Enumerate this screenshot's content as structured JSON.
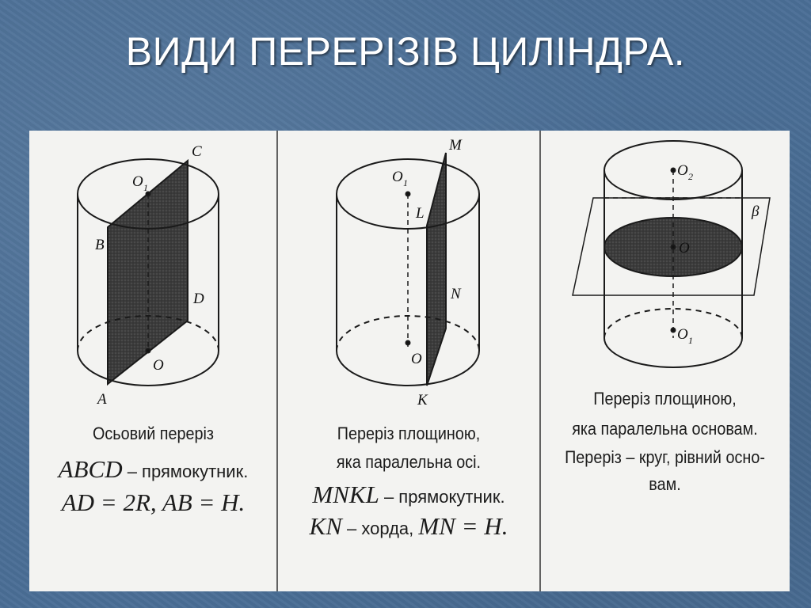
{
  "slide": {
    "title": "ВИДИ ПЕРЕРІЗІВ ЦИЛІНДРА."
  },
  "panels": [
    {
      "labels": {
        "C": "C",
        "O1": "O",
        "O1_sub": "1",
        "B": "B",
        "D": "D",
        "O": "O",
        "A": "A"
      },
      "caption": {
        "line1": "Осьовий переріз",
        "line2_math": "ABCD",
        "line2_text": " – прямокутник.",
        "line3_math": "AD = 2R,  AB = H."
      }
    },
    {
      "labels": {
        "M": "M",
        "O1": "O",
        "O1_sub": "1",
        "L": "L",
        "N": "N",
        "O": "O",
        "K": "K"
      },
      "caption": {
        "line1": "Переріз площиною,",
        "line2": "яка паралельна осі.",
        "line3_math": "MNKL",
        "line3_text": " – прямокутник.",
        "line4_math1": "KN",
        "line4_text": " – хорда, ",
        "line4_math2": "MN = H."
      }
    },
    {
      "labels": {
        "O2": "O",
        "O2_sub": "2",
        "beta": "β",
        "O": "O",
        "O1": "O",
        "O1_sub": "1"
      },
      "caption": {
        "line1": "Переріз площиною,",
        "line2": "яка паралельна основам.",
        "line3": "Переріз – круг, рівний осно-",
        "line4": "вам."
      }
    }
  ],
  "colors": {
    "background": "#4a6e96",
    "panel": "#f3f3f1",
    "section_fill": "#3a3a3a",
    "ink": "#1c1c1c"
  }
}
